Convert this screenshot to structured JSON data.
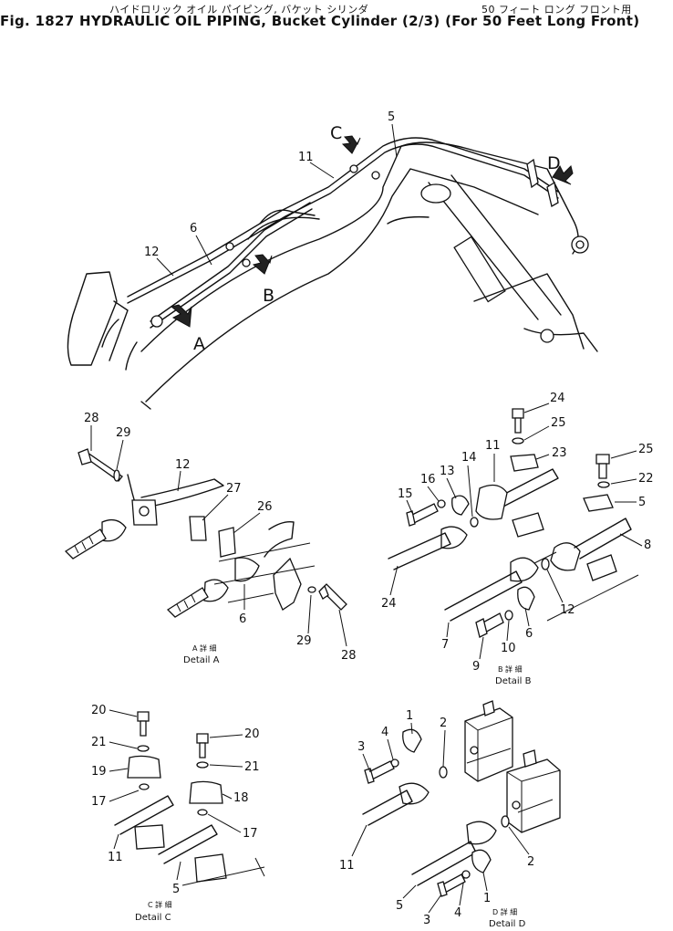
{
  "header": {
    "title_jp_left": "ハイドロリック オイル パイピング, バケット シリンダ",
    "title_jp_right": "50 フィート ロング フロント用",
    "title_en": "Fig. 1827   HYDRAULIC OIL PIPING, Bucket Cylinder (2/3) (For 50 Feet Long Front)"
  },
  "callouts": {
    "A": "A",
    "B": "B",
    "C": "C",
    "D": "D"
  },
  "details": {
    "a": {
      "jp": "A 詳 細",
      "en": "Detail A"
    },
    "b": {
      "jp": "B 詳 細",
      "en": "Detail B"
    },
    "c": {
      "jp": "C 詳 細",
      "en": "Detail C"
    },
    "d": {
      "jp": "D 詳 細",
      "en": "Detail D"
    }
  },
  "labels": {
    "top": [
      "5",
      "11",
      "6",
      "12"
    ],
    "a": [
      "28",
      "29",
      "12",
      "27",
      "26",
      "6",
      "29",
      "28"
    ],
    "b": [
      "24",
      "25",
      "23",
      "11",
      "14",
      "13",
      "16",
      "15",
      "24",
      "25",
      "22",
      "5",
      "8",
      "12",
      "7",
      "6",
      "9",
      "10"
    ],
    "c": [
      "20",
      "21",
      "19",
      "17",
      "11",
      "20",
      "21",
      "18",
      "17",
      "5"
    ],
    "d": [
      "1",
      "2",
      "4",
      "3",
      "11",
      "2",
      "5",
      "1",
      "4",
      "3"
    ]
  }
}
